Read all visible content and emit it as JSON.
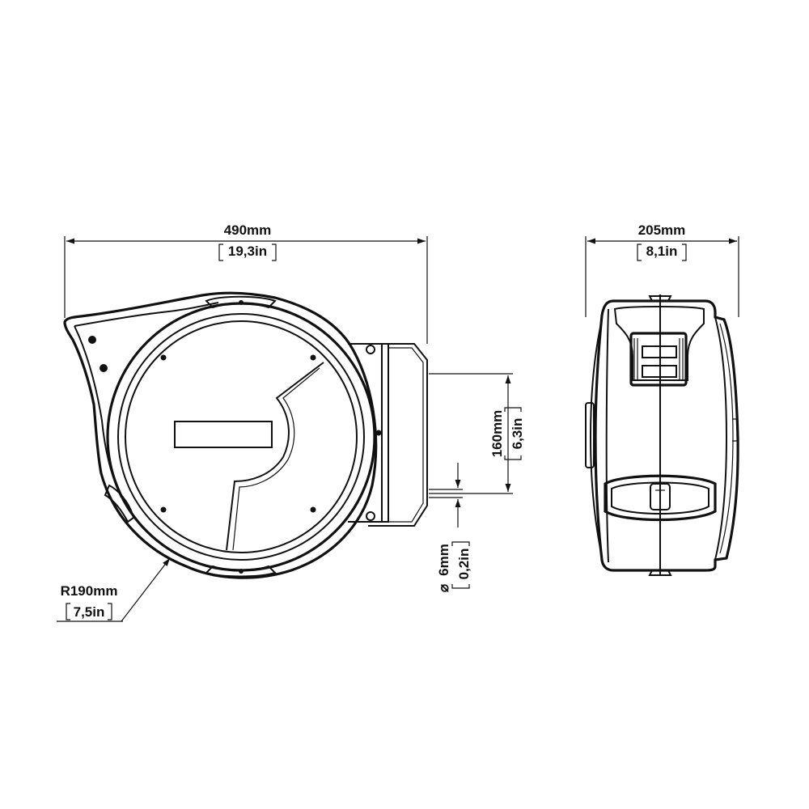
{
  "dimensions": {
    "width_front": {
      "metric": "490mm",
      "imperial": "19,3in"
    },
    "width_side": {
      "metric": "205mm",
      "imperial": "8,1in"
    },
    "height_bracket": {
      "metric": "160mm",
      "imperial": "6,3in"
    },
    "hole_diameter": {
      "metric": "6mm",
      "imperial": "0,2in",
      "symbol": "⌀"
    },
    "radius": {
      "metric": "R190mm",
      "imperial": "7,5in"
    }
  },
  "colors": {
    "line": "#111111",
    "background": "#ffffff"
  }
}
